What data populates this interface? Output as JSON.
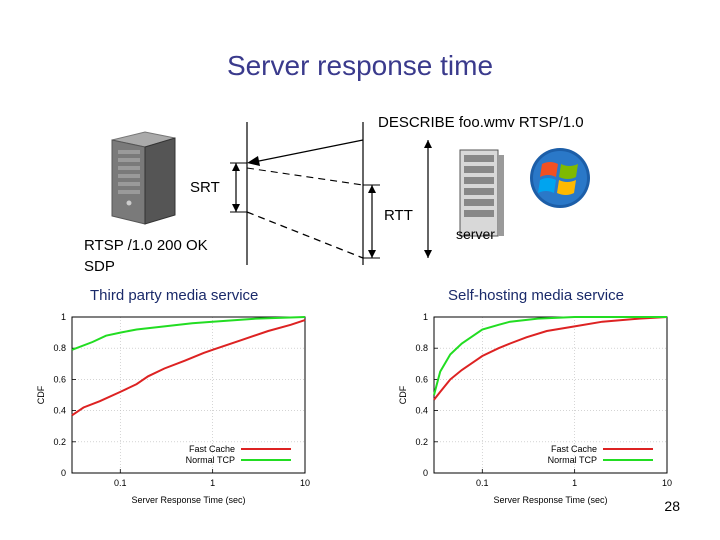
{
  "slide": {
    "title": "Server response time",
    "describe": "DESCRIBE foo.wmv RTSP/1.0",
    "srt": "SRT",
    "rtt": "RTT",
    "response_line1": "RTSP /1.0 200 OK",
    "response_line2": "SDP",
    "server_label": "server",
    "left_caption": "Third party media service",
    "right_caption": "Self-hosting media service",
    "page_number": "28"
  },
  "icons": [
    "server-tower-icon",
    "server-rack-icon",
    "windows-logo-icon"
  ],
  "colors": {
    "title": "#3a3a8c",
    "fast_cache": "#dd2222",
    "normal_tcp": "#22dd22"
  },
  "chart_data": [
    {
      "type": "line",
      "title": "",
      "xlabel": "Server Response Time (sec)",
      "ylabel": "CDF",
      "xscale": "log",
      "xlim": [
        0.03,
        10
      ],
      "ylim": [
        0,
        1
      ],
      "xticks": [
        0.1,
        1,
        10
      ],
      "xtick_labels": [
        "0.1",
        "1",
        "10"
      ],
      "yticks": [
        0,
        0.2,
        0.4,
        0.6,
        0.8,
        1
      ],
      "ytick_labels": [
        "0",
        "0.2",
        "0.4",
        "0.6",
        "0.8",
        "1"
      ],
      "grid": true,
      "legend": "bottom-right",
      "series": [
        {
          "name": "Fast Cache",
          "color": "#dd2222",
          "points": [
            [
              0.03,
              0.37
            ],
            [
              0.04,
              0.42
            ],
            [
              0.06,
              0.46
            ],
            [
              0.1,
              0.52
            ],
            [
              0.15,
              0.57
            ],
            [
              0.2,
              0.62
            ],
            [
              0.3,
              0.67
            ],
            [
              0.5,
              0.72
            ],
            [
              0.8,
              0.77
            ],
            [
              1,
              0.79
            ],
            [
              2,
              0.85
            ],
            [
              4,
              0.91
            ],
            [
              7,
              0.95
            ],
            [
              10,
              0.98
            ]
          ]
        },
        {
          "name": "Normal TCP",
          "color": "#22dd22",
          "points": [
            [
              0.03,
              0.79
            ],
            [
              0.05,
              0.84
            ],
            [
              0.07,
              0.88
            ],
            [
              0.1,
              0.9
            ],
            [
              0.15,
              0.92
            ],
            [
              0.3,
              0.94
            ],
            [
              0.6,
              0.96
            ],
            [
              1,
              0.97
            ],
            [
              3,
              0.99
            ],
            [
              10,
              1.0
            ]
          ]
        }
      ]
    },
    {
      "type": "line",
      "title": "",
      "xlabel": "Server Response Time (sec)",
      "ylabel": "CDF",
      "xscale": "log",
      "xlim": [
        0.03,
        10
      ],
      "ylim": [
        0,
        1
      ],
      "xticks": [
        0.1,
        1,
        10
      ],
      "xtick_labels": [
        "0.1",
        "1",
        "10"
      ],
      "yticks": [
        0,
        0.2,
        0.4,
        0.6,
        0.8,
        1
      ],
      "ytick_labels": [
        "0",
        "0.2",
        "0.4",
        "0.6",
        "0.8",
        "1"
      ],
      "grid": true,
      "legend": "bottom-right",
      "series": [
        {
          "name": "Fast Cache",
          "color": "#dd2222",
          "points": [
            [
              0.03,
              0.47
            ],
            [
              0.035,
              0.52
            ],
            [
              0.045,
              0.6
            ],
            [
              0.06,
              0.66
            ],
            [
              0.08,
              0.71
            ],
            [
              0.1,
              0.75
            ],
            [
              0.15,
              0.8
            ],
            [
              0.2,
              0.83
            ],
            [
              0.3,
              0.87
            ],
            [
              0.5,
              0.91
            ],
            [
              1,
              0.94
            ],
            [
              2,
              0.97
            ],
            [
              5,
              0.99
            ],
            [
              10,
              1.0
            ]
          ]
        },
        {
          "name": "Normal TCP",
          "color": "#22dd22",
          "points": [
            [
              0.03,
              0.5
            ],
            [
              0.035,
              0.65
            ],
            [
              0.045,
              0.76
            ],
            [
              0.06,
              0.83
            ],
            [
              0.08,
              0.88
            ],
            [
              0.1,
              0.92
            ],
            [
              0.15,
              0.95
            ],
            [
              0.2,
              0.97
            ],
            [
              0.4,
              0.99
            ],
            [
              1,
              1.0
            ],
            [
              10,
              1.0
            ]
          ]
        }
      ]
    }
  ]
}
